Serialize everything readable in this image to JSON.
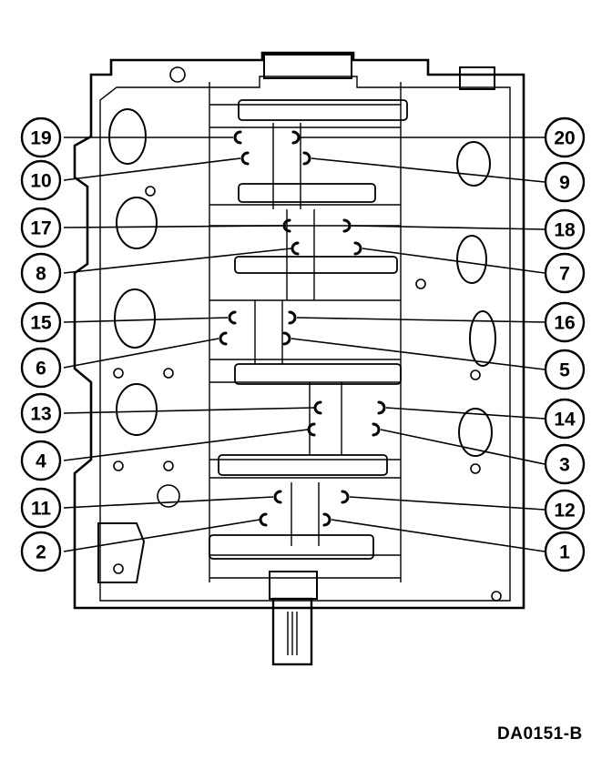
{
  "figure": {
    "id_label": "DA0151-B",
    "callouts_left": [
      "19",
      "10",
      "17",
      "8",
      "15",
      "6",
      "13",
      "4",
      "11",
      "2"
    ],
    "callouts_right": [
      "20",
      "9",
      "18",
      "7",
      "16",
      "5",
      "14",
      "3",
      "12",
      "1"
    ]
  }
}
